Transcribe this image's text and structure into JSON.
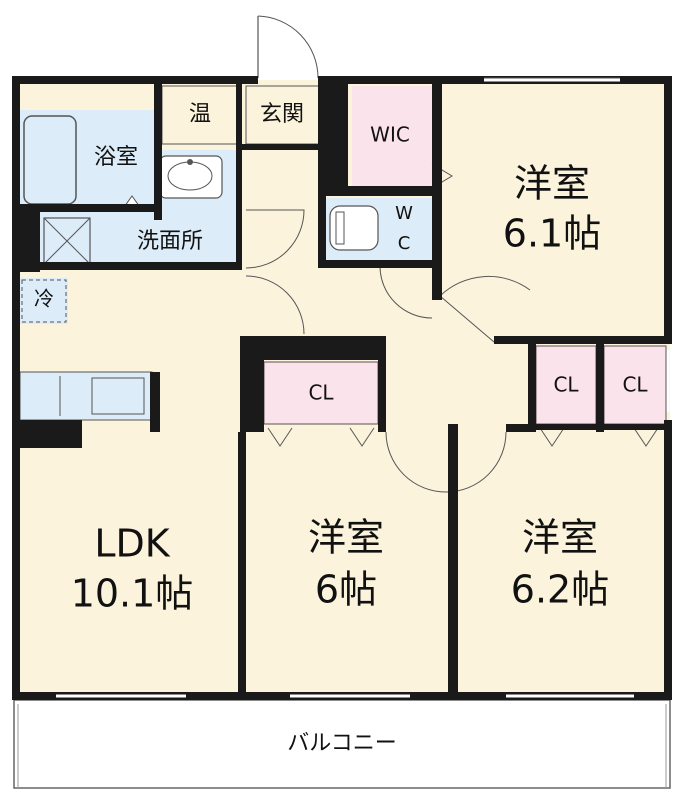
{
  "rooms": {
    "ldk": {
      "name": "LDK",
      "size": "10.1帖"
    },
    "western_ne": {
      "name": "洋室",
      "size": "6.1帖"
    },
    "western_sw": {
      "name": "洋室",
      "size": "6帖"
    },
    "western_se": {
      "name": "洋室",
      "size": "6.2帖"
    },
    "bath": "浴室",
    "washroom": "洗面所",
    "water_heater": "温",
    "entrance": "玄関",
    "wic": "WIC",
    "toilet_w": "W",
    "toilet_c": "C",
    "fridge": "冷",
    "closet_mid": "CL",
    "closet_e1": "CL",
    "closet_e2": "CL",
    "balcony": "バルコニー"
  },
  "colors": {
    "floor": "#fbf3dc",
    "wet_area": "#dcecf8",
    "closet": "#fbe3ec",
    "wall": "#1a1a1a"
  }
}
